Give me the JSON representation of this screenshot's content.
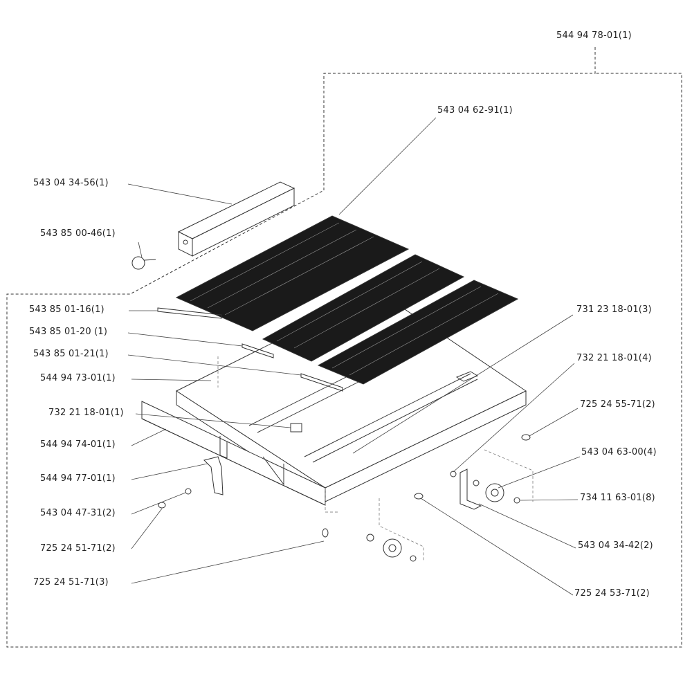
{
  "labels": {
    "assembly": "544 94 78-01(1)",
    "p_543_04_62_91": "543 04 62-91(1)",
    "p_543_04_34_56": "543 04 34-56(1)",
    "p_543_85_00_46": "543 85 00-46(1)",
    "p_543_85_01_16": "543 85 01-16(1)",
    "p_543_85_01_20": "543 85 01-20 (1)",
    "p_543_85_01_21": "543 85 01-21(1)",
    "p_544_94_73_01": "544 94 73-01(1)",
    "p_732_21_18_01_a": "732 21 18-01(1)",
    "p_544_94_74_01": "544 94 74-01(1)",
    "p_544_94_77_01": "544 94 77-01(1)",
    "p_543_04_47_31": "543 04 47-31(2)",
    "p_725_24_51_71_a": "725 24 51-71(2)",
    "p_725_24_51_71_b": "725 24 51-71(3)",
    "p_731_23_18_01": "731 23 18-01(3)",
    "p_732_21_18_01_b": "732 21 18-01(4)",
    "p_725_24_55_71": "725 24 55-71(2)",
    "p_543_04_63_00": "543 04 63-00(4)",
    "p_734_11_63_01": "734 11 63-01(8)",
    "p_543_04_34_42": "543 04 34-42(2)",
    "p_725_24_53_71": "725 24 53-71(2)"
  },
  "colors": {
    "line": "#333333",
    "strip": "#1a1a1a"
  }
}
